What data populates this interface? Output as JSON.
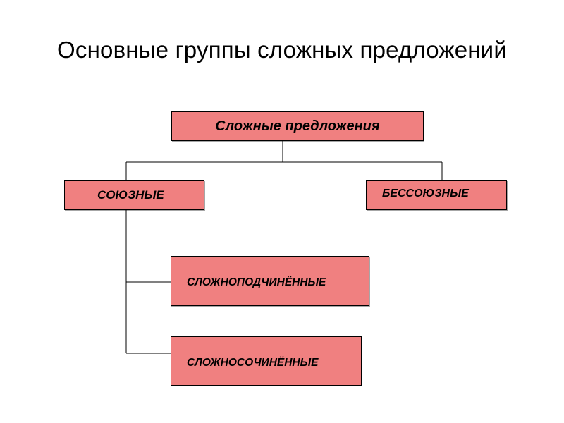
{
  "title": "Основные группы сложных предложений",
  "colors": {
    "node_fill": "#f08080",
    "node_border": "#000000",
    "connector": "#000000"
  },
  "nodes": {
    "root": "Сложные предложения",
    "union": "СОЮЗНЫЕ",
    "nonunion": "БЕССОЮЗНЫЕ",
    "subordinate": "СЛОЖНОПОДЧИНЁННЫЕ",
    "coordinate": "СЛОЖНОСОЧИНЁННЫЕ"
  }
}
